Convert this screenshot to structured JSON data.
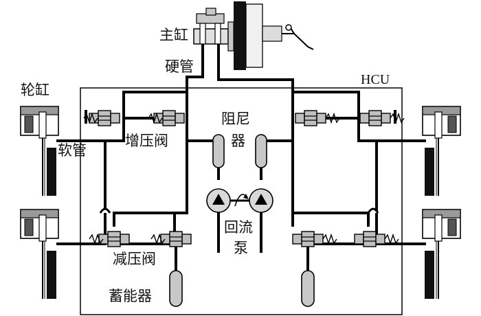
{
  "labels": {
    "master_cylinder": "主缸",
    "rigid_pipe": "硬管",
    "wheel_cylinder": "轮缸",
    "hose": "软管",
    "inlet_valve": "增压阀",
    "damper_line1": "阻尼",
    "damper_line2": "器",
    "hcu": "HCU",
    "outlet_valve": "减压阀",
    "return_pump_line1": "回流",
    "return_pump_line2": "泵",
    "accumulator": "蓄能器"
  },
  "colors": {
    "line": "#000000",
    "valve_fill": "#bfbfbf",
    "component_fill": "#c8c8c8",
    "pump_fill": "#d9d9d9",
    "background": "#ffffff"
  }
}
